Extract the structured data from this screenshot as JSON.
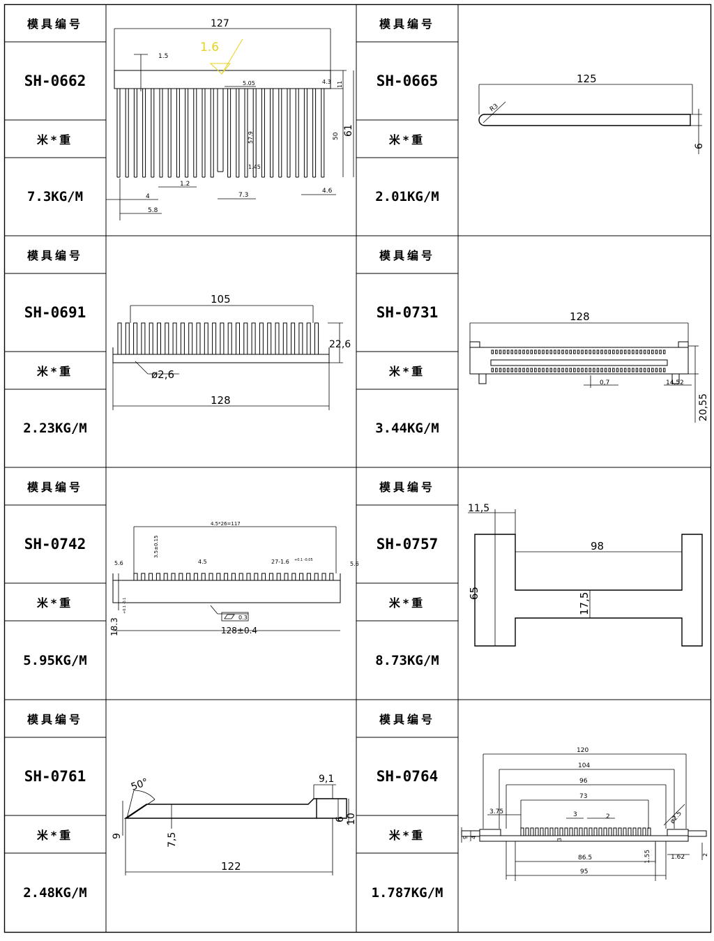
{
  "labels": {
    "mold_no": "模具编号",
    "weight": "米*重"
  },
  "blocks": [
    {
      "code": "SH-0662",
      "weight": "7.3KG/M",
      "dims": {
        "d127": "127",
        "tol": "1.6",
        "d1_5": "1.5",
        "d5_05": "5.05",
        "d4_3": "4.3",
        "d11": "11",
        "d61": "61",
        "d50": "50",
        "d57_9": "57.9",
        "d1_45": "1.45",
        "d1_2": "1.2",
        "d4": "4",
        "d7_3": "7.3",
        "d4_6": "4.6",
        "d5_8": "5.8"
      }
    },
    {
      "code": "SH-0665",
      "weight": "2.01KG/M",
      "dims": {
        "d125": "125",
        "r3": "R3",
        "d6": "6"
      }
    },
    {
      "code": "SH-0691",
      "weight": "2.23KG/M",
      "dims": {
        "d105": "105",
        "d22_6": "22,6",
        "phi": "ø2,6",
        "d128": "128"
      }
    },
    {
      "code": "SH-0731",
      "weight": "3.44KG/M",
      "dims": {
        "d128": "128",
        "d0_7": "0,7",
        "d14_52": "14,52",
        "d20_55": "20,55"
      }
    },
    {
      "code": "SH-0742",
      "weight": "5.95KG/M",
      "dims": {
        "top": "4.5*26=117",
        "d3_5": "3.5±0.15",
        "d4_5": "4.5",
        "d27": "27-1.6",
        "d27tol": "+0.1 -0.05",
        "d5_6a": "5.6",
        "d5_6b": "5.6",
        "d18_3": "18.3",
        "d18tol": "+0.1 -0.1",
        "flat": "0.3",
        "d128": "128±0.4"
      }
    },
    {
      "code": "SH-0757",
      "weight": "8.73KG/M",
      "dims": {
        "d11_5": "11,5",
        "d98": "98",
        "d65": "65",
        "d17_5": "17,5"
      }
    },
    {
      "code": "SH-0761",
      "weight": "2.48KG/M",
      "dims": {
        "d50": "50°",
        "d9_1": "9,1",
        "d9": "9",
        "d7_5": "7,5",
        "d6": "6",
        "d10": "10",
        "d122": "122"
      }
    },
    {
      "code": "SH-0764",
      "weight": "1.787KG/M",
      "dims": {
        "d120": "120",
        "d104": "104",
        "d96": "96",
        "d73": "73",
        "d3_75": "3.75",
        "d3": "3",
        "d2": "2",
        "phi": "ø2.5",
        "d9": "9",
        "d4": "4",
        "d3b": "3",
        "d1_55": "1.55",
        "d1_62": "1.62",
        "d2b": "2",
        "d86_5": "86.5",
        "d95": "95"
      }
    }
  ]
}
